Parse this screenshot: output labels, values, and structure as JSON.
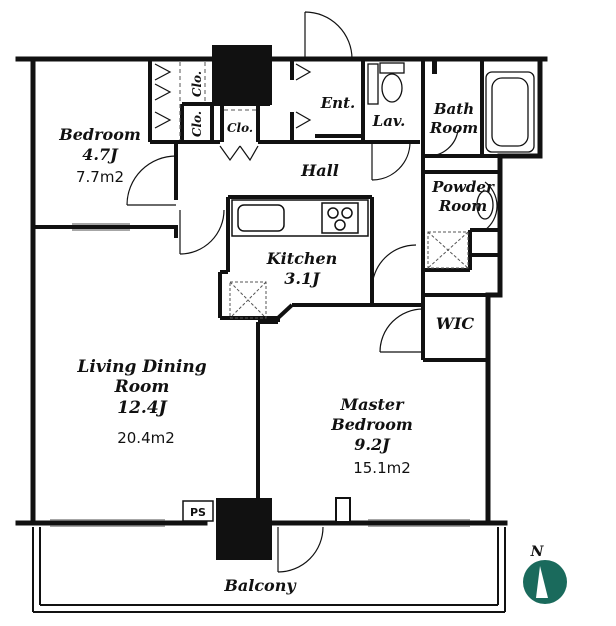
{
  "rooms": {
    "bedroom": {
      "name_1": "Bedroom",
      "size": "4.7J",
      "area": "7.7m2"
    },
    "ldr": {
      "name_1": "Living Dining",
      "name_2": "Room",
      "size": "12.4J",
      "area": "20.4m2"
    },
    "kitchen": {
      "name_1": "Kitchen",
      "size": "3.1J"
    },
    "master": {
      "name_1": "Master",
      "name_2": "Bedroom",
      "size": "9.2J",
      "area": "15.1m2"
    },
    "hall": {
      "name": "Hall"
    },
    "entrance": {
      "name": "Ent."
    },
    "lav": {
      "name": "Lav."
    },
    "bath": {
      "name_1": "Bath",
      "name_2": "Room"
    },
    "powder": {
      "name_1": "Powder",
      "name_2": "Room"
    },
    "wic": {
      "name": "WIC"
    },
    "balcony": {
      "name": "Balcony"
    },
    "closets": {
      "clo_a": "Clo.",
      "clo_b": "Clo.",
      "clo_c": "Clo."
    },
    "ps": "PS"
  },
  "compass": {
    "label": "N",
    "color": "#1a6a5c"
  },
  "colors": {
    "wall": "#111111",
    "line": "#222222",
    "window": "#9a9a9a"
  }
}
